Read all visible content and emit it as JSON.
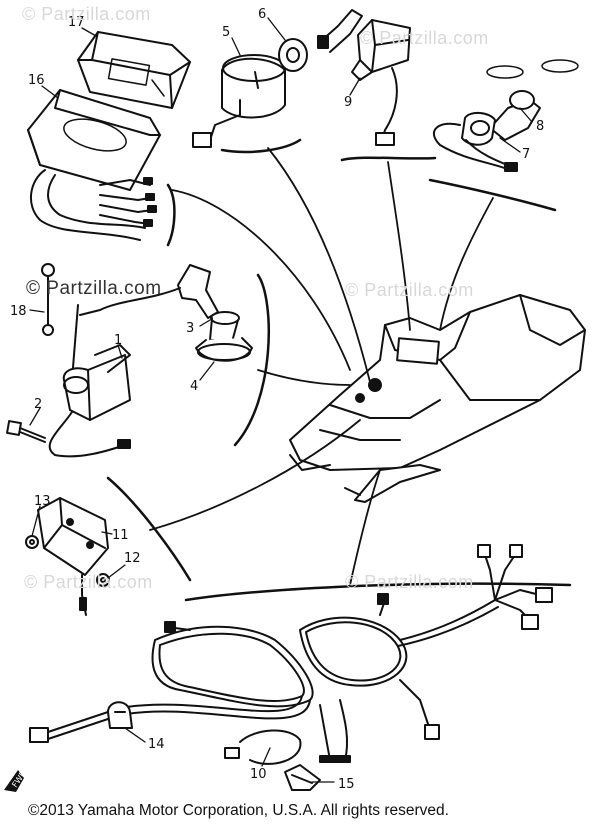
{
  "watermark": {
    "text": "© Partzilla.com"
  },
  "parts": [
    {
      "id": "cdi-unit-cover",
      "number": "17"
    },
    {
      "id": "cdi-unit",
      "number": "16"
    },
    {
      "id": "main-switch",
      "number": "5"
    },
    {
      "id": "switch-nut",
      "number": "6"
    },
    {
      "id": "kill-switch",
      "number": "9"
    },
    {
      "id": "light-switch-ring",
      "number": "8"
    },
    {
      "id": "light-switch",
      "number": "7"
    },
    {
      "id": "ground-lead",
      "number": "18"
    },
    {
      "id": "plug-cap",
      "number": "3"
    },
    {
      "id": "plug-cap-boot",
      "number": "4"
    },
    {
      "id": "ignition-coil",
      "number": "1"
    },
    {
      "id": "coil-bolt",
      "number": "2"
    },
    {
      "id": "regulator-nut",
      "number": "13"
    },
    {
      "id": "voltage-regulator",
      "number": "11"
    },
    {
      "id": "regulator-screw",
      "number": "12"
    },
    {
      "id": "wire-clamp",
      "number": "14"
    },
    {
      "id": "wire-harness",
      "number": "10"
    },
    {
      "id": "lead-holder",
      "number": "15"
    }
  ],
  "footer": {
    "copyright": "©2013 Yamaha Motor Corporation, U.S.A. All rights reserved."
  },
  "corner_mark": "FWD"
}
